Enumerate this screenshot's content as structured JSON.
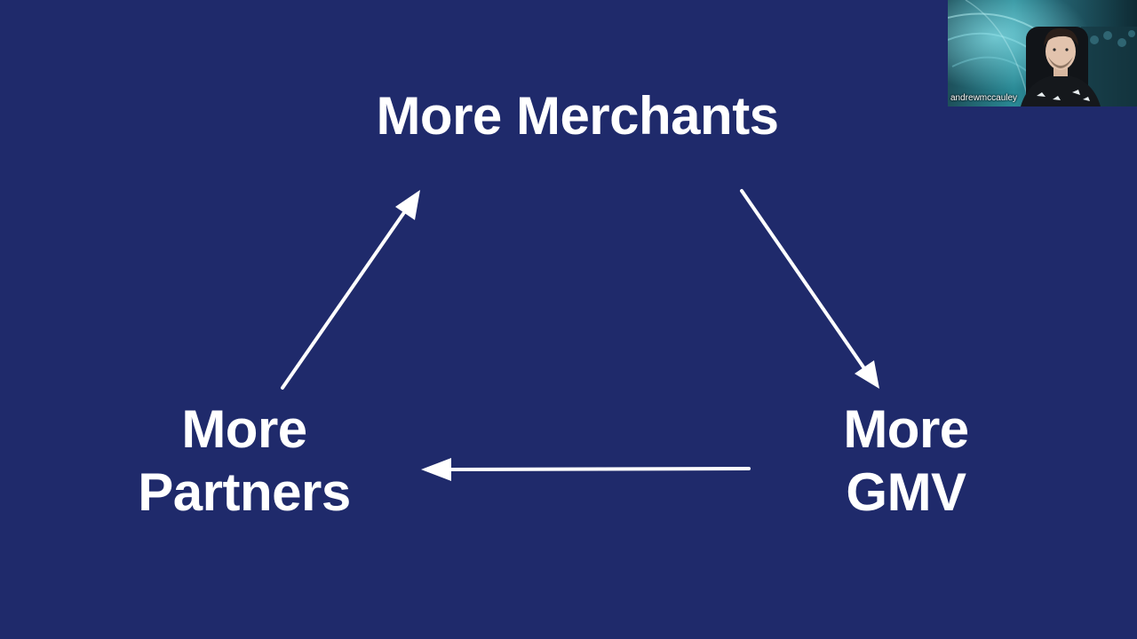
{
  "slide": {
    "background_color": "#1f2a6b",
    "text_color": "#ffffff",
    "nodes": {
      "top": {
        "text": "More Merchants"
      },
      "left": {
        "line1": "More",
        "line2": "Partners"
      },
      "right": {
        "line1": "More",
        "line2": "GMV"
      }
    },
    "arrows": [
      {
        "from": "More Merchants",
        "to": "More GMV"
      },
      {
        "from": "More GMV",
        "to": "More Partners"
      },
      {
        "from": "More Partners",
        "to": "More Merchants"
      }
    ]
  },
  "webcam": {
    "participant_name": "andrewmccauley"
  }
}
